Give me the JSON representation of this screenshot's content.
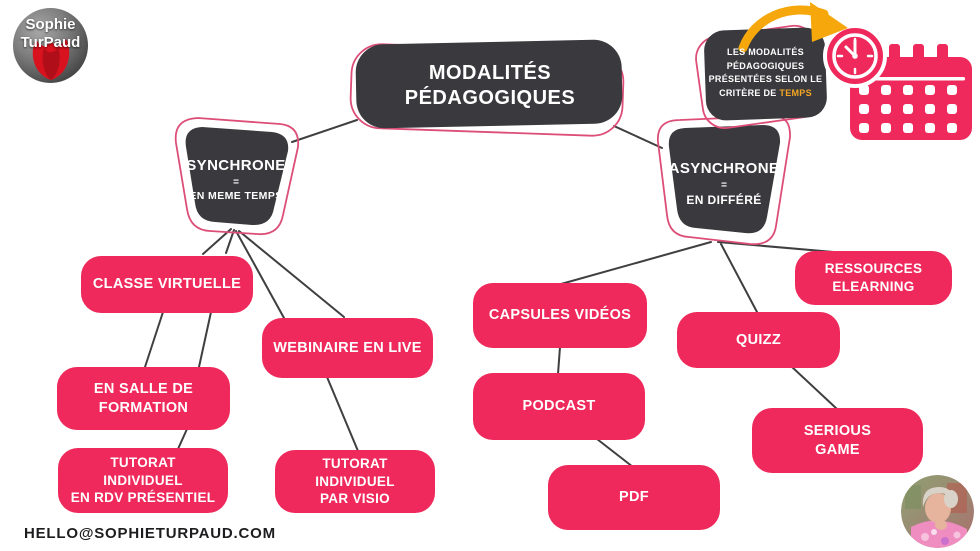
{
  "colors": {
    "pink": "#EF295B",
    "dark": "#3A393D",
    "outline_pink": "#DC4E78",
    "connector_line": "#3F3E41",
    "arrow_orange": "#F6A70C",
    "highlight_orange": "#F5A623",
    "background": "#FFFFFF"
  },
  "logo": {
    "line1": "Sophie",
    "line2": "TurPaud"
  },
  "title": {
    "label": "MODALITÉS\nPÉDAGOGIQUES"
  },
  "note": {
    "text": "LES MODALITÉS PÉDAGOGIQUES PRÉSENTÉES SELON LE CRITÈRE DE ",
    "highlight": "TEMPS"
  },
  "branches": {
    "synchrone": {
      "name": "SYNCHRONE",
      "eq": "=",
      "sub": "EN MEME TEMPS"
    },
    "asynchrone": {
      "name": "ASYNCHRONE",
      "eq": "=",
      "sub": "EN DIFFÉRÉ"
    }
  },
  "nodes": {
    "classe_virtuelle": {
      "label": "CLASSE VIRTUELLE"
    },
    "en_salle": {
      "label": "EN SALLE DE\nFORMATION"
    },
    "tutorat_presentiel": {
      "label": "TUTORAT\nINDIVIDUEL\nEN RDV PRÉSENTIEL"
    },
    "webinaire": {
      "label": "WEBINAIRE EN LIVE"
    },
    "tutorat_visio": {
      "label": "TUTORAT\nINDIVIDUEL\nPAR VISIO"
    },
    "capsules": {
      "label": "CAPSULES VIDÉOS"
    },
    "podcast": {
      "label": "PODCAST"
    },
    "pdf": {
      "label": "PDF"
    },
    "quizz": {
      "label": "QUIZZ"
    },
    "ressources": {
      "label": "RESSOURCES\nELEARNING"
    },
    "serious_game": {
      "label": "SERIOUS\nGAME"
    }
  },
  "icons": {
    "clock": "clock-icon",
    "calendar": "calendar-icon",
    "arrow": "curved-arrow-icon",
    "logo": "tulip-brand-logo",
    "avatar": "profile-photo"
  },
  "footer": {
    "email": "HELLO@SOPHIETURPAUD.COM"
  }
}
